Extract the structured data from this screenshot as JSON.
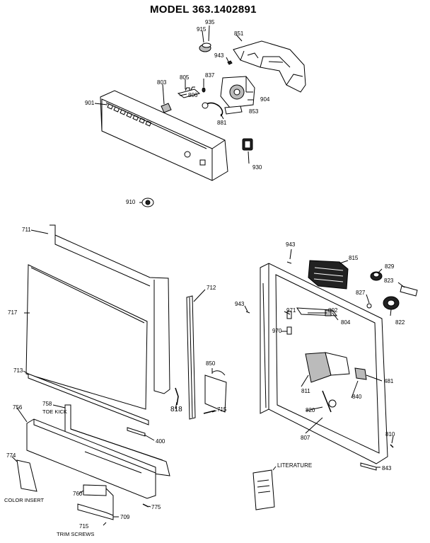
{
  "title": "MODEL 363.1402891",
  "callouts": {
    "c935": "935",
    "c915": "915",
    "c851": "851",
    "c943a": "943",
    "c837": "837",
    "c805": "805",
    "c803": "803",
    "c806": "806",
    "c901": "901",
    "c904": "904",
    "c853": "853",
    "c881": "881",
    "c930": "930",
    "c910": "910",
    "c711": "711",
    "c717": "717",
    "c713": "713",
    "c712": "712",
    "c818": "818",
    "c850": "850",
    "c715a": "715",
    "c758": "758",
    "c400": "400",
    "c756": "756",
    "c774": "774",
    "c760": "760",
    "c775": "775",
    "c709": "709",
    "c715b": "715",
    "c943b": "943",
    "c815": "815",
    "c829": "829",
    "c823": "823",
    "c827": "827",
    "c943c": "943",
    "c971": "971",
    "c802": "802",
    "c970": "970",
    "c804": "804",
    "c822": "822",
    "c481": "481",
    "c811": "811",
    "c840": "840",
    "c820": "820",
    "c807": "807",
    "c810": "810",
    "c843": "843"
  },
  "text_labels": {
    "toe_kick": "TOE KICK",
    "color_insert": "COLOR INSERT",
    "trim_screws": "TRIM SCREWS",
    "literature": "LITERATURE"
  }
}
